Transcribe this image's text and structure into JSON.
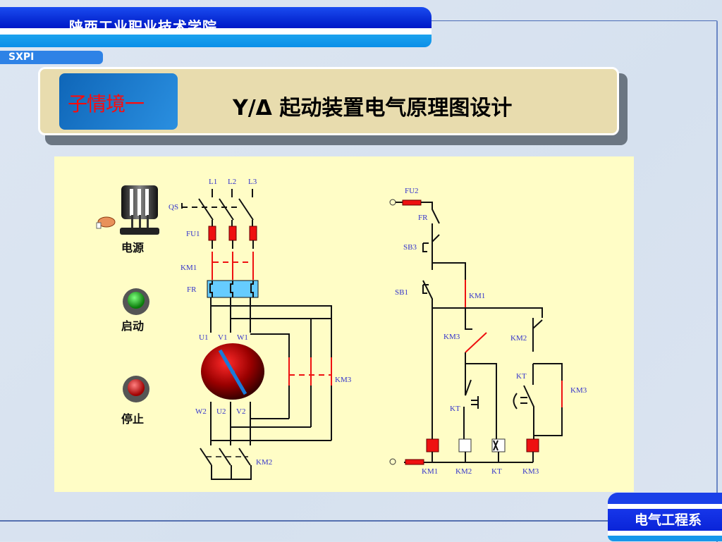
{
  "header": {
    "institution": "陕西工业职业技术学院",
    "abbrev": "SXPI"
  },
  "title_box": {
    "badge": "子情境一",
    "title": "Y/Δ 起动装置电气原理图设计"
  },
  "controls": [
    {
      "label": "电源",
      "icon": "power-switch-icon"
    },
    {
      "label": "启动",
      "icon": "green-button-icon",
      "color": "#1a9a1a"
    },
    {
      "label": "停止",
      "icon": "red-button-icon",
      "color": "#cc1111"
    }
  ],
  "main_circuit": {
    "lines": [
      "L1",
      "L2",
      "L3"
    ],
    "labels": {
      "qs": "QS",
      "fu1": "FU1",
      "km1": "KM1",
      "fr": "FR",
      "km3": "KM3",
      "km2": "KM2"
    },
    "terminals_top": [
      "U1",
      "V1",
      "W1"
    ],
    "terminals_bottom": [
      "W2",
      "U2",
      "V2"
    ]
  },
  "control_circuit": {
    "labels": {
      "fu2": "FU2",
      "fr": "FR",
      "sb3": "SB3",
      "sb1": "SB1",
      "km1": "KM1",
      "km3_contact": "KM3",
      "km2_contact": "KM2",
      "kt_nc": "KT",
      "kt_no": "KT",
      "km3_hold": "KM3"
    },
    "coils": [
      "KM1",
      "KM2",
      "KT",
      "KM3"
    ]
  },
  "colors": {
    "energized": "#ee1111",
    "coil_on": "#ee1111",
    "coil_off": "#ffffff",
    "fuse": "#ee1111",
    "fr_block": "#66ccff",
    "panel": "#fffdc6"
  },
  "footer": {
    "department": "电气工程系"
  }
}
